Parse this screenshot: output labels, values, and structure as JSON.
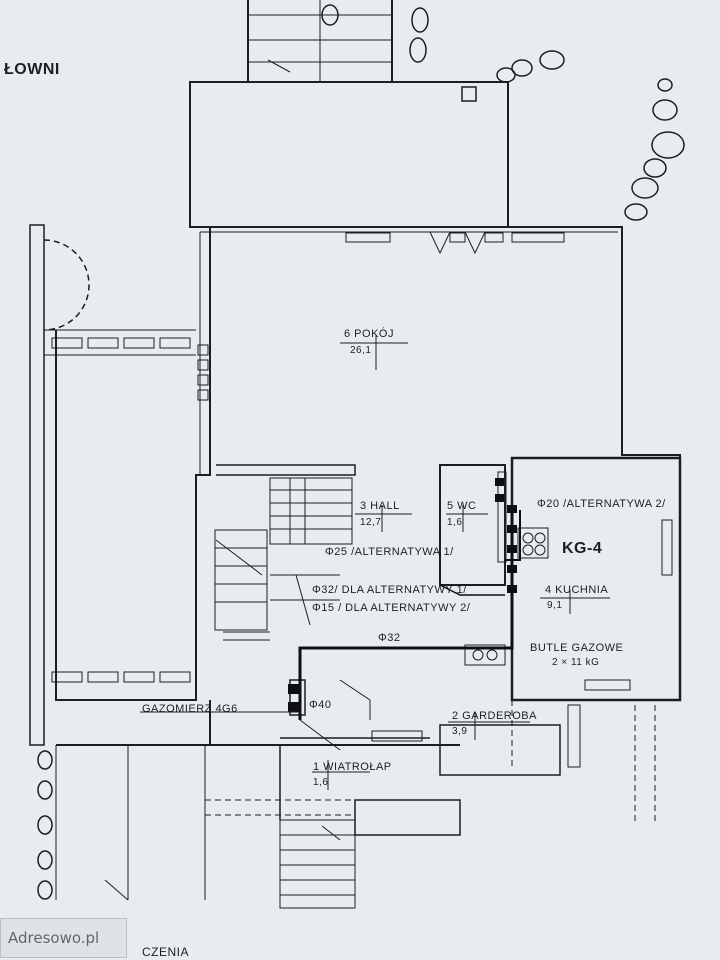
{
  "header": {
    "partial_title": "ŁOWNI"
  },
  "rooms": {
    "pokoj": {
      "label": "6 POKÓJ",
      "area": "26,1"
    },
    "hall": {
      "label": "3 HALL",
      "area": "12,7"
    },
    "wc": {
      "label": "5 WC",
      "area": "1,6"
    },
    "kuchnia": {
      "label": "4 KUCHNIA",
      "area": "9,1"
    },
    "garderoba": {
      "label": "2 GARDEROBA",
      "area": "3,9"
    },
    "wiatrolap": {
      "label": "1 WIATROŁAP",
      "area": "1,6"
    }
  },
  "annotations": {
    "kg4": "KG-4",
    "alt2_top": "Φ20 /ALTERNATYWA 2/",
    "alt1": "Φ25 /ALTERNATYWA 1/",
    "dla_alt1": "Φ32/ DLA ALTERNATYWY 1/",
    "dla_alt2": "Φ15 / DLA ALTERNATYWY 2/",
    "phi32": "Φ32",
    "phi40": "Φ40",
    "gazomierz": "GAZOMIERZ 4G6",
    "butle": "BUTLE GAZOWE",
    "butle_qty": "2 × 11 kG",
    "bottom_partial": "CZENIA"
  },
  "watermark": {
    "text": "Adresowo.pl"
  },
  "colors": {
    "paper": "#e9ecef",
    "ink": "#1b1f23",
    "gas_line": "#0d0f12"
  }
}
